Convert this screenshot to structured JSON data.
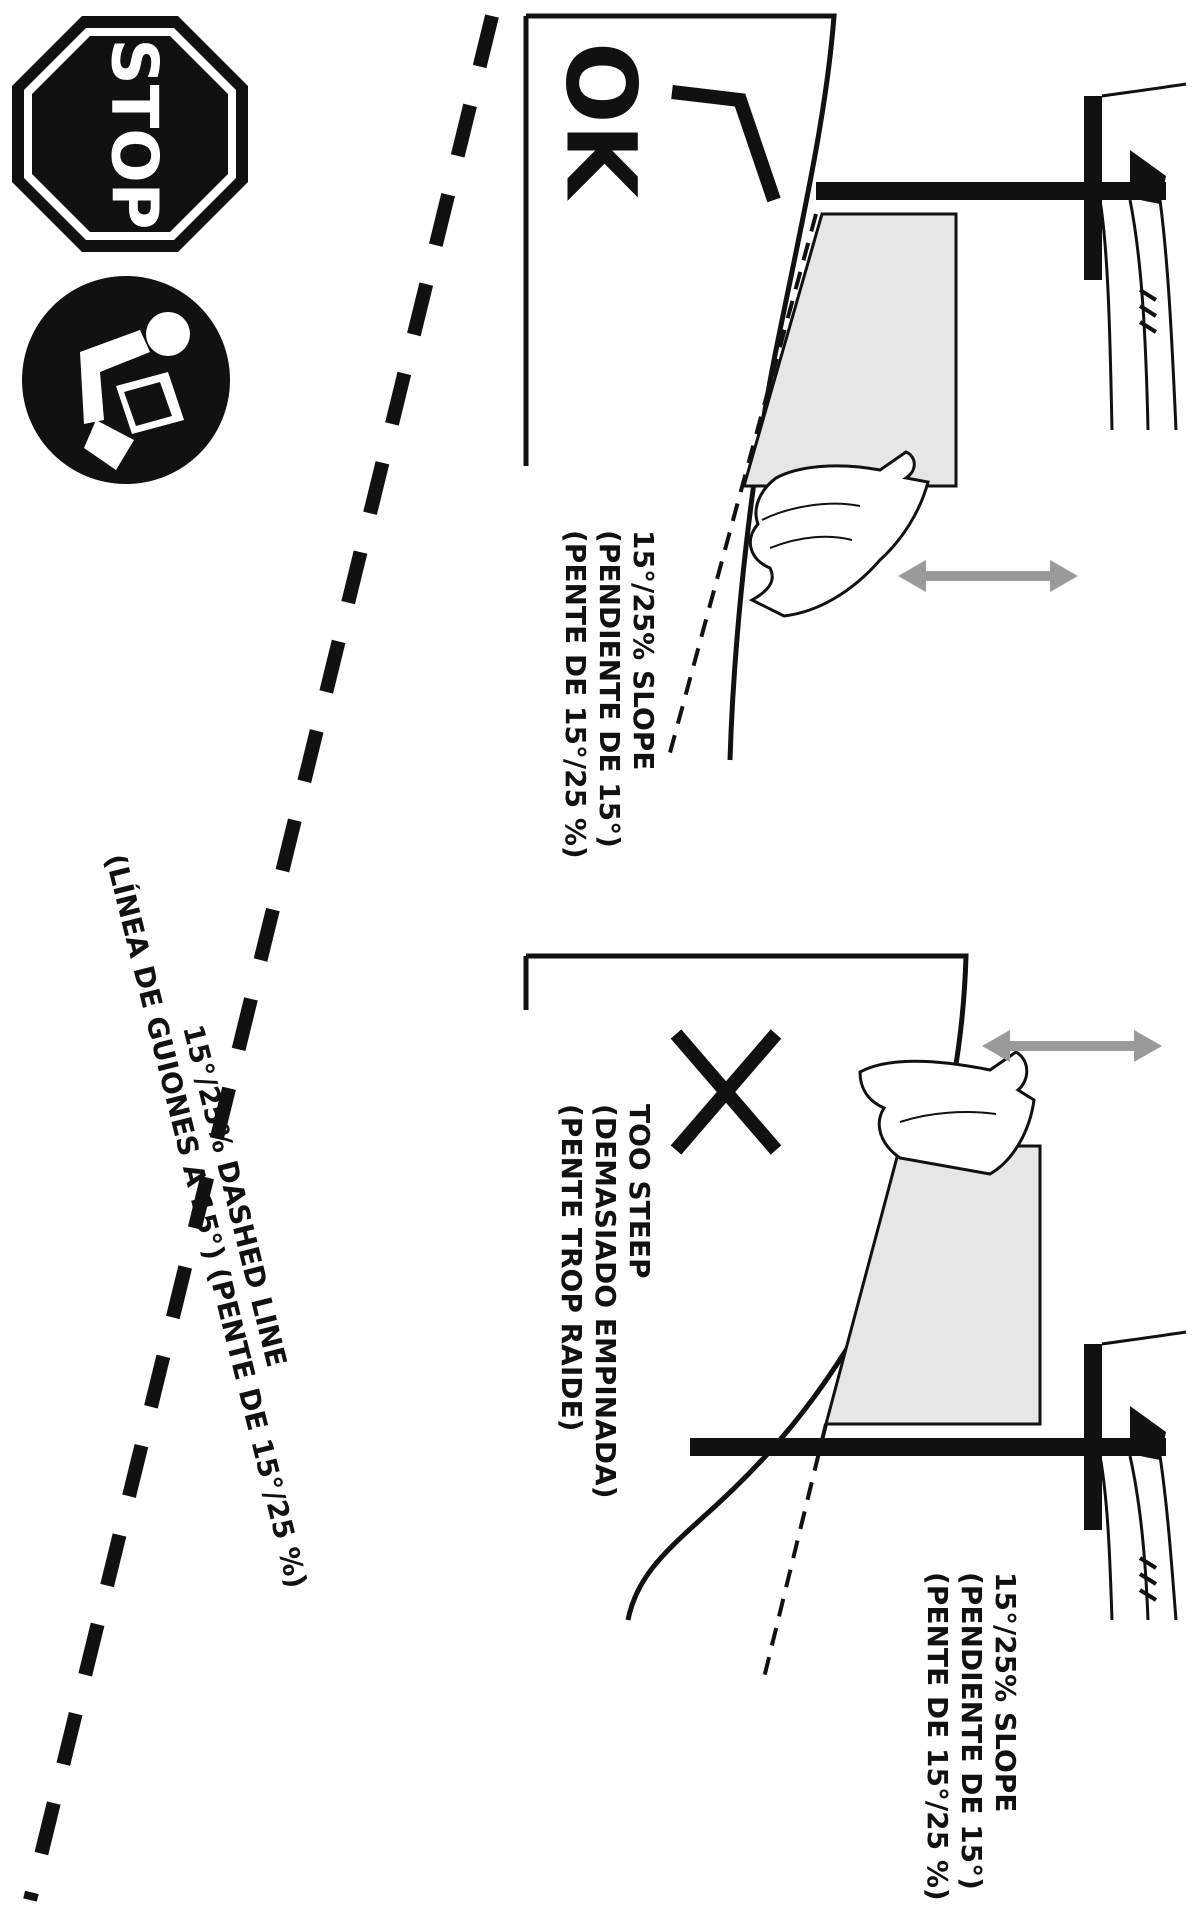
{
  "icons": {
    "stop_sign": {
      "label": "STOP",
      "icon": "stop-sign-icon"
    },
    "read_manual": {
      "icon": "read-manual-icon"
    }
  },
  "panels": {
    "ok": {
      "badge": "OK",
      "mark": "checkmark-icon",
      "slope_label": {
        "line1": "15°/25% SLOPE",
        "line2": "(PENDIENTE DE 15°)",
        "line3": "(PENTE DE 15°/25 %)"
      }
    },
    "too_steep": {
      "mark": "x-mark-icon",
      "label": {
        "line1": "TOO STEEP",
        "line2": "(DEMASIADO EMPINADA)",
        "line3": "(PENTE TROP RAIDE)"
      },
      "slope_label": {
        "line1": "15°/25% SLOPE",
        "line2": "(PENDIENTE DE 15°)",
        "line3": "(PENTE DE 15°/25 %)"
      }
    }
  },
  "dashed_line_label": {
    "line1": "15°/25% DASHED LINE",
    "line2": "(LÍNEA DE GUIONES A 15°) (PENTE DE 15°/25 %)"
  },
  "colors": {
    "ink": "#111111",
    "paper": "#ffffff",
    "card_fill": "#e6e6e6",
    "arrow_gray": "#9a9a9a"
  }
}
